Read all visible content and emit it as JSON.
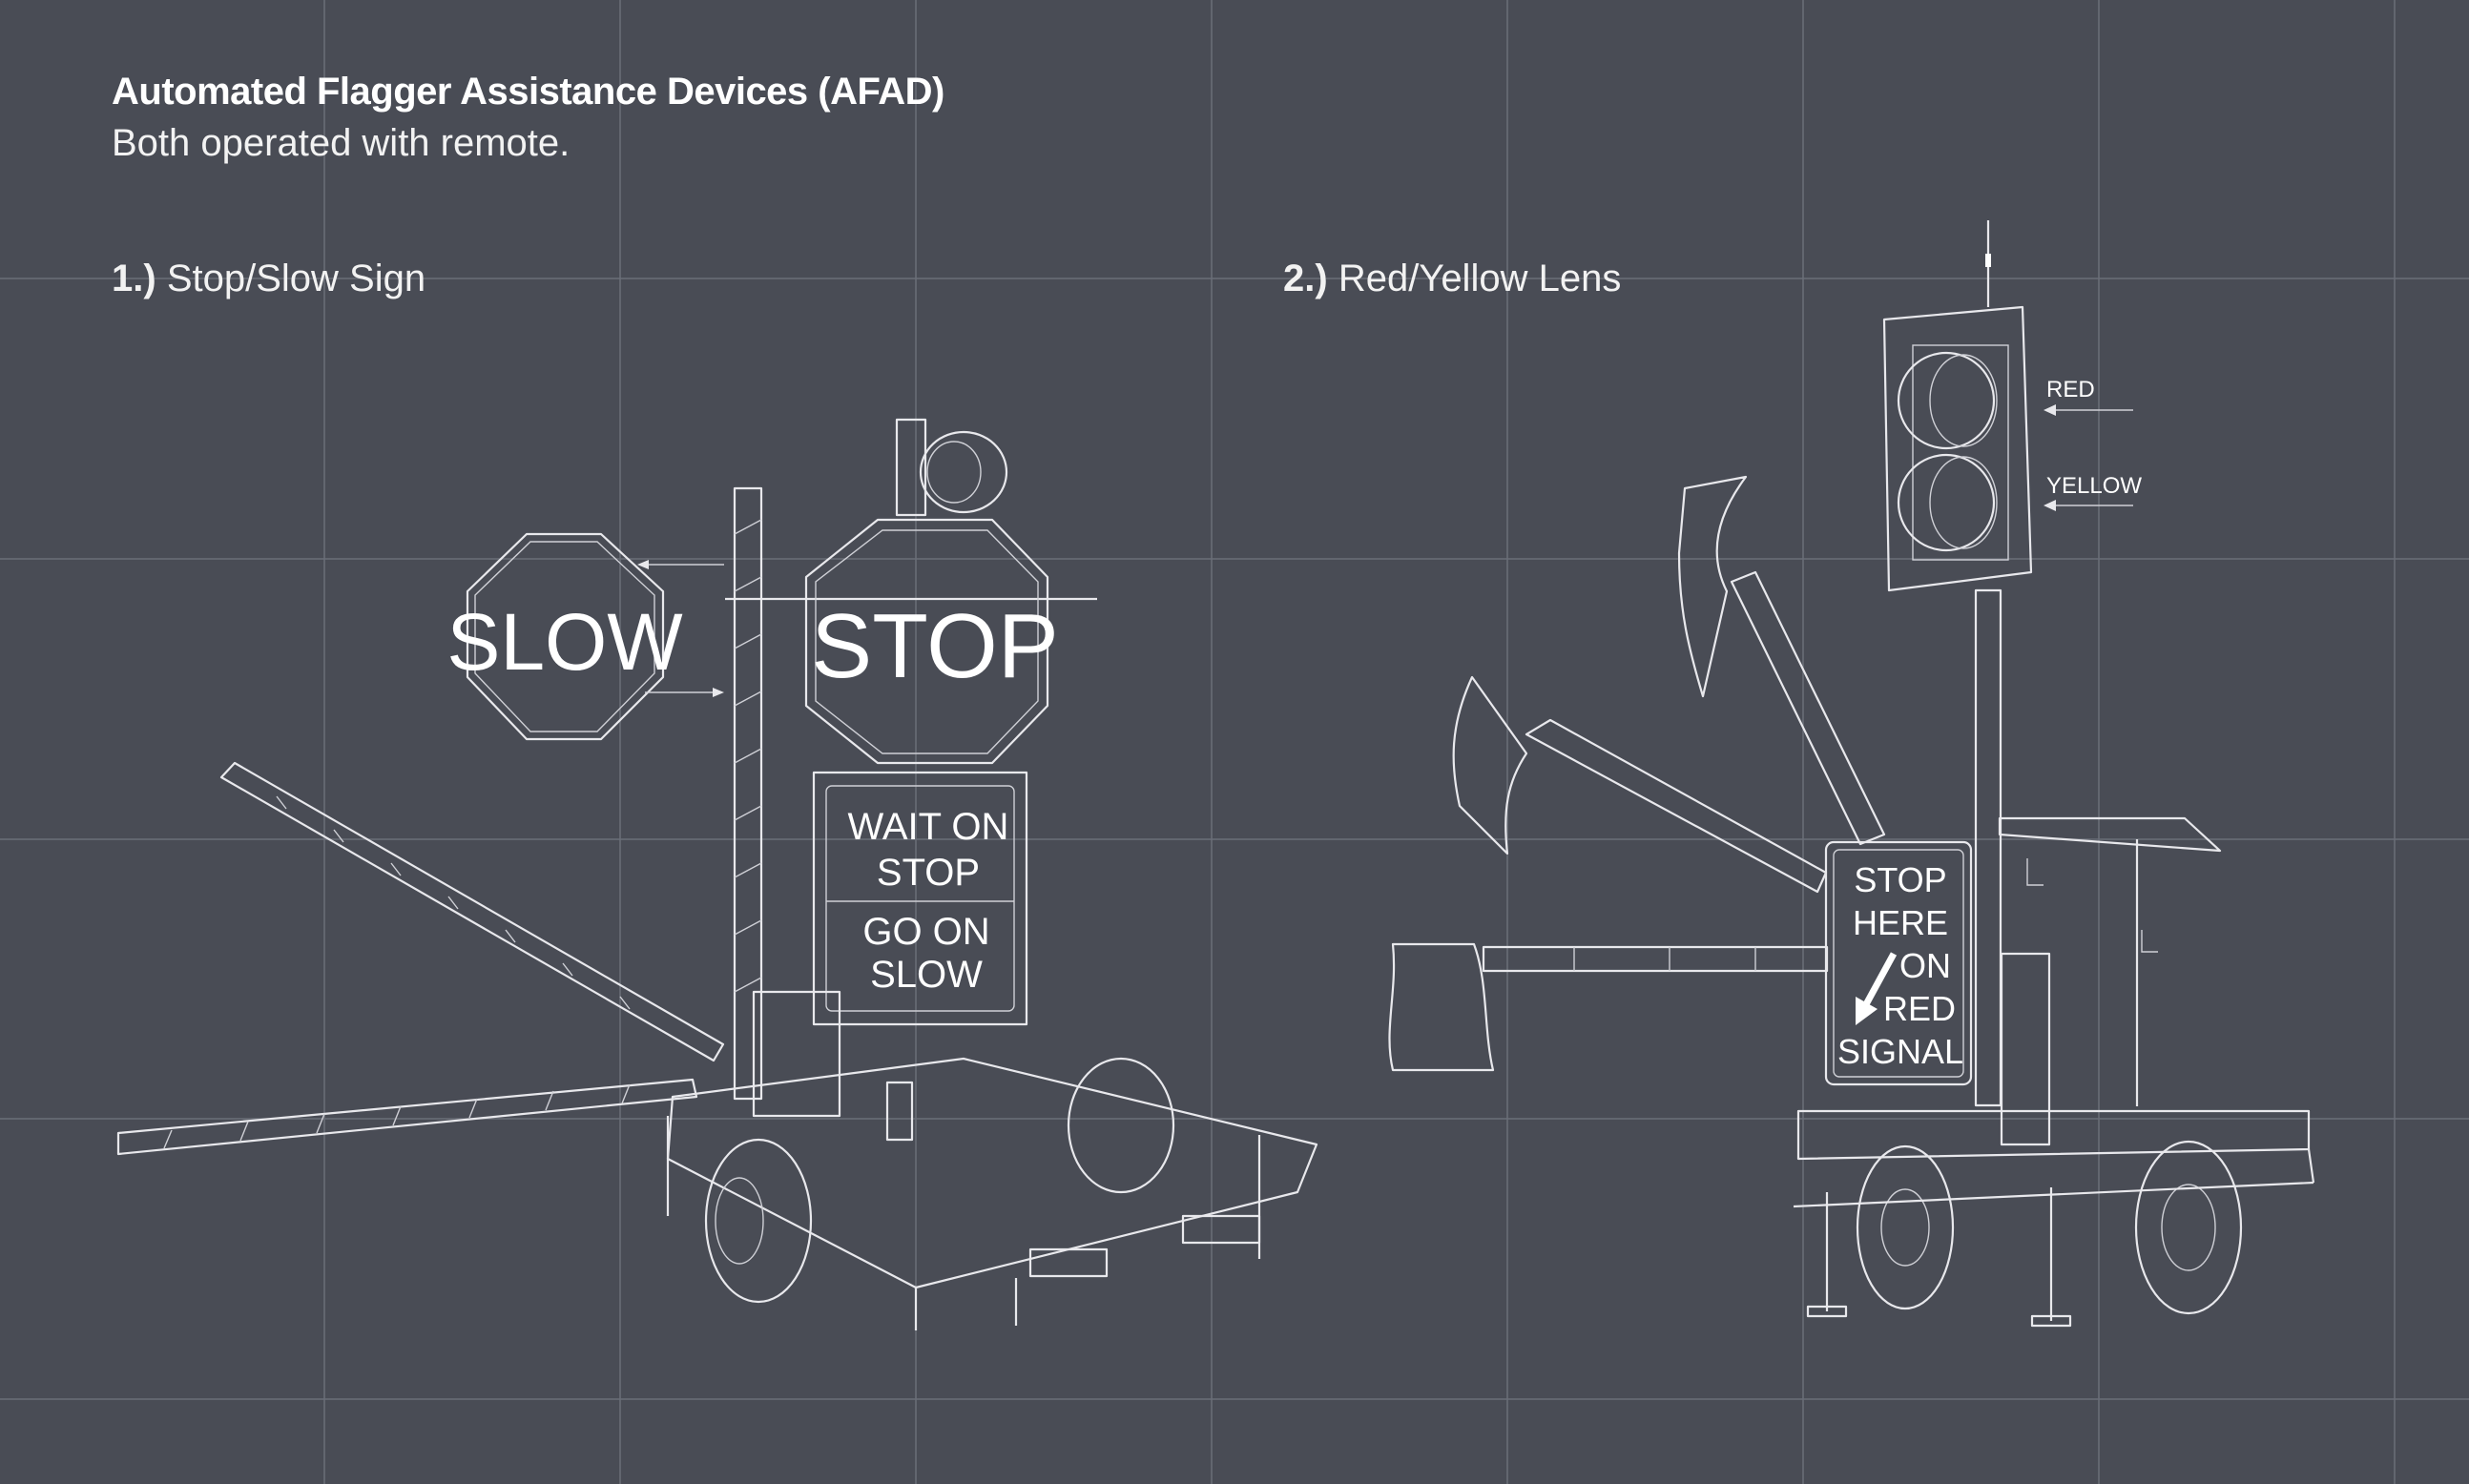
{
  "header": {
    "title": "Automated Flagger Assistance Devices (AFAD)",
    "subtitle": "Both operated with remote."
  },
  "sections": [
    {
      "number": "1.)",
      "label": "Stop/Slow Sign"
    },
    {
      "number": "2.)",
      "label": "Red/Yellow Lens"
    }
  ],
  "device1": {
    "slow_sign": "SLOW",
    "stop_sign": "STOP",
    "panel_lines": [
      "WAIT ON",
      "STOP",
      "GO ON",
      "SLOW"
    ]
  },
  "device2": {
    "lens_labels": {
      "red": "RED",
      "yellow": "YELLOW"
    },
    "sign_lines": [
      "STOP",
      "HERE",
      "ON",
      "RED",
      "SIGNAL"
    ]
  },
  "colors": {
    "background": "#494c55",
    "grid": "#6b6e78",
    "line": "#e8e8ec"
  }
}
